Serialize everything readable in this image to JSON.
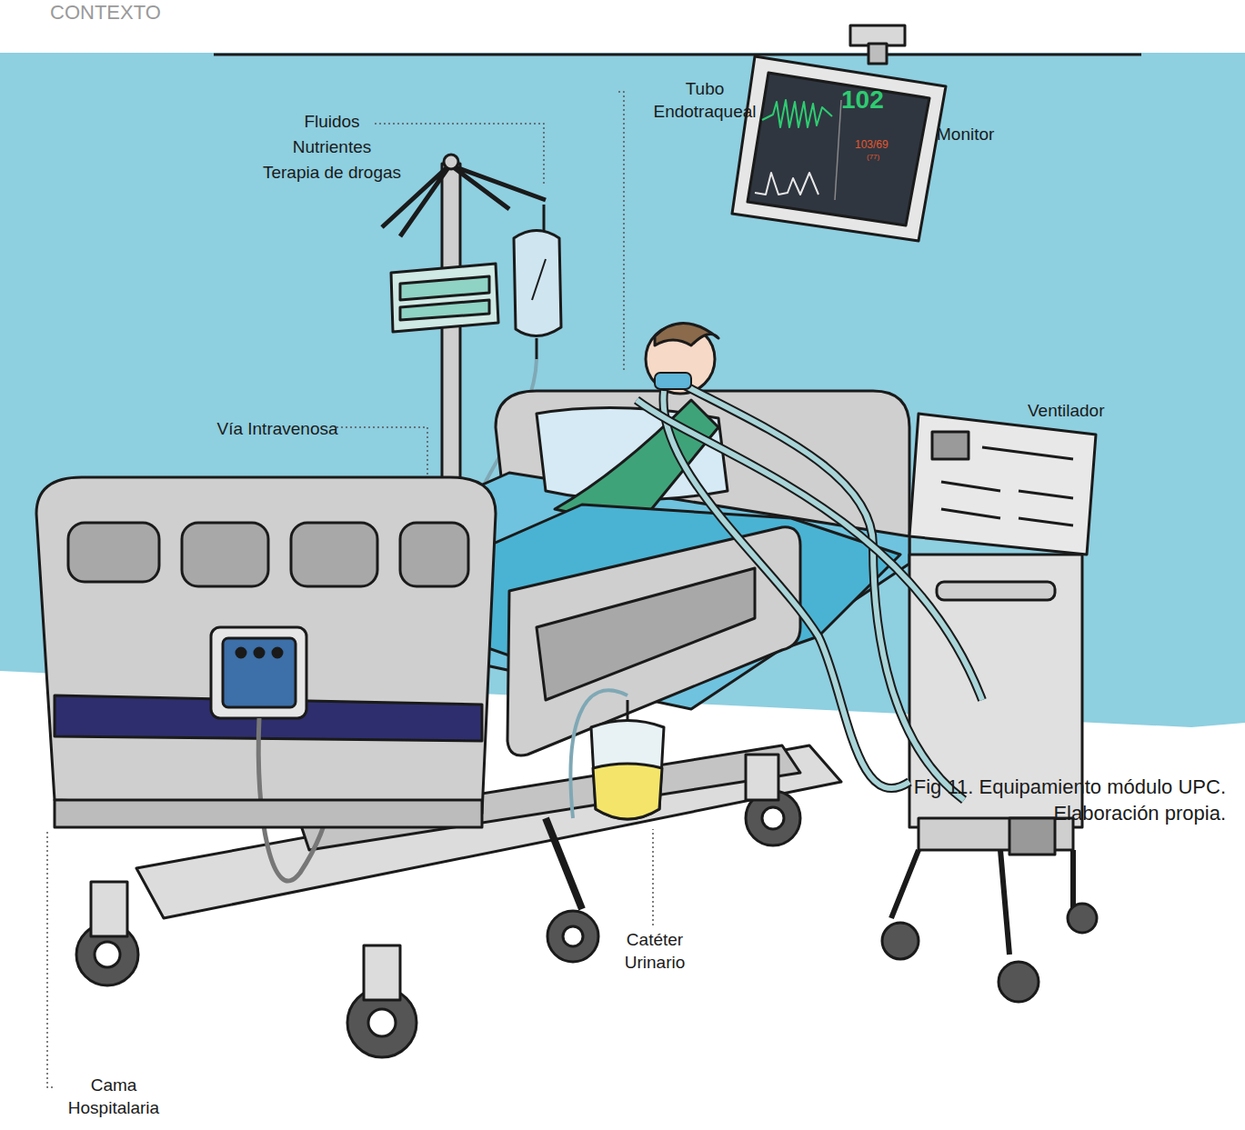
{
  "diagram": {
    "caption": "Fig 11. Equipamiento módulo UPC. Elaboración propia.",
    "labels": [
      "CONTEXTO",
      "Fluidos",
      "Nutrientes",
      "Terapia de drogas",
      "Monitor",
      "102",
      "103/69",
      "(77)",
      "Tubo Endotraqueal",
      "Vía Intravenosa",
      "Ventilador",
      "Catéter Urinario",
      "Cama Hospitalaria"
    ]
  }
}
